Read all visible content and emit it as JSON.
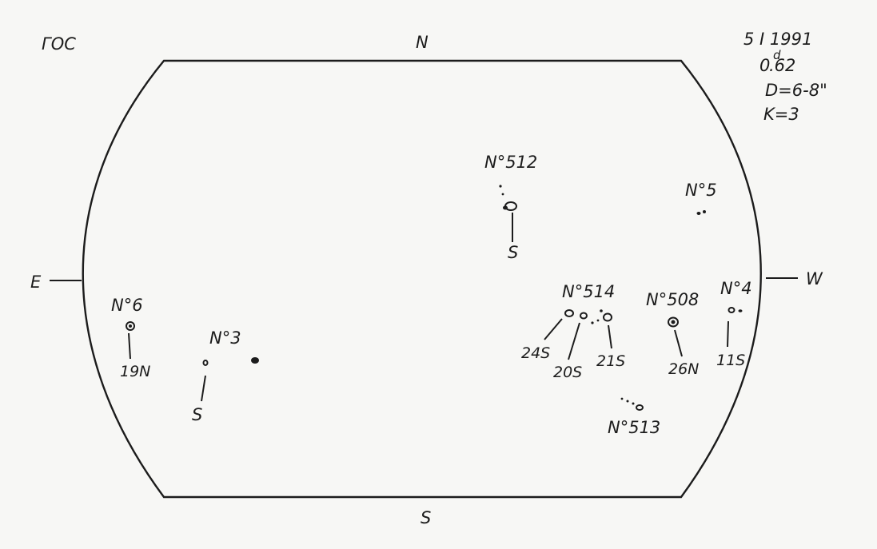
{
  "header": {
    "observatory": "ГОС",
    "date": "5 I 1991",
    "time_main": "0",
    "time_sup": "d",
    "time_frac": ".62",
    "diameter": "D=6-8\"",
    "k_value": "K=3"
  },
  "compass": {
    "north": "N",
    "south": "S",
    "east": "E",
    "west": "W"
  },
  "groups": {
    "g512": {
      "label": "N°512",
      "polarity": "S"
    },
    "g5": {
      "label": "N°5"
    },
    "g514": {
      "label": "N°514",
      "spot_a": "24S",
      "spot_b": "20S",
      "spot_c": "21S"
    },
    "g508": {
      "label": "N°508",
      "spot": "26N"
    },
    "g4": {
      "label": "N°4",
      "spot": "11S"
    },
    "g6": {
      "label": "N°6",
      "spot": "19N"
    },
    "g3": {
      "label": "N°3",
      "polarity": "S"
    },
    "g513": {
      "label": "N°513"
    }
  },
  "colors": {
    "ink": "#1c1c1c",
    "paper": "#f7f7f5"
  }
}
